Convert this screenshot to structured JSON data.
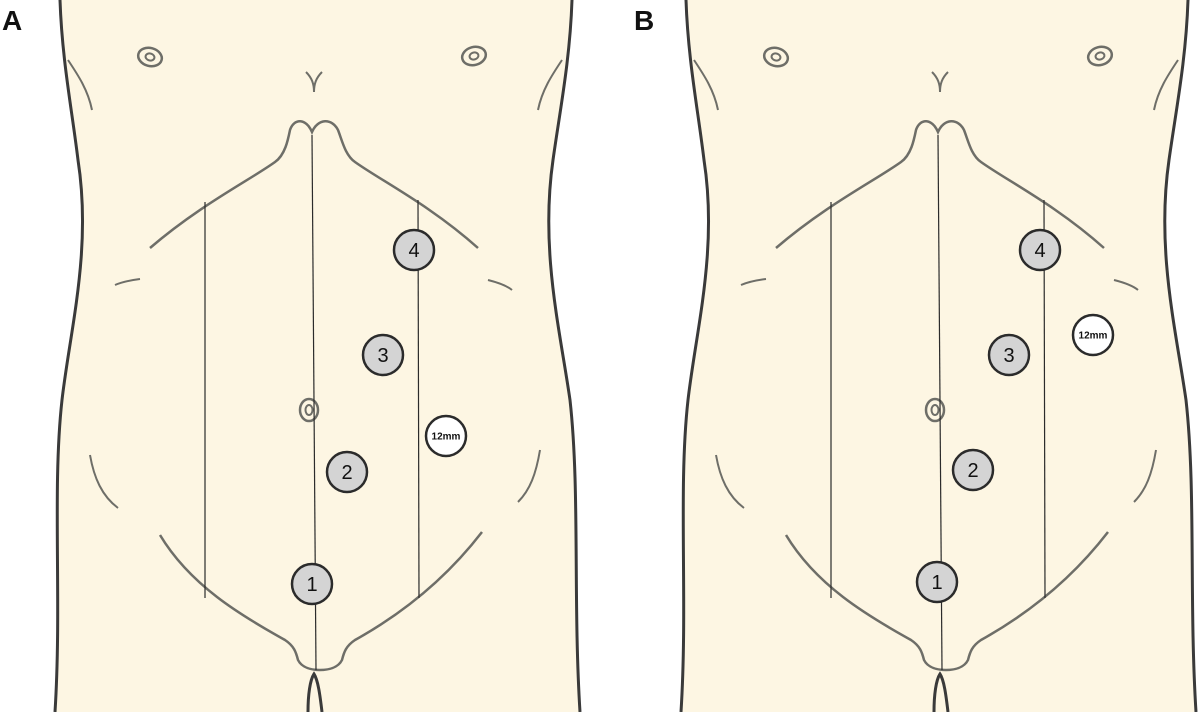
{
  "panels": [
    {
      "label": "A",
      "ports": [
        {
          "id": "port-1",
          "text": "1",
          "kind": "numbered"
        },
        {
          "id": "port-2",
          "text": "2",
          "kind": "numbered"
        },
        {
          "id": "port-3",
          "text": "3",
          "kind": "numbered"
        },
        {
          "id": "port-4",
          "text": "4",
          "kind": "numbered"
        },
        {
          "id": "port-12mm",
          "text": "12mm",
          "kind": "size"
        }
      ]
    },
    {
      "label": "B",
      "ports": [
        {
          "id": "port-1",
          "text": "1",
          "kind": "numbered"
        },
        {
          "id": "port-2",
          "text": "2",
          "kind": "numbered"
        },
        {
          "id": "port-3",
          "text": "3",
          "kind": "numbered"
        },
        {
          "id": "port-4",
          "text": "4",
          "kind": "numbered"
        },
        {
          "id": "port-12mm",
          "text": "12mm",
          "kind": "size"
        }
      ]
    }
  ],
  "colors": {
    "skin": "#fdf6e3",
    "outline": "#3a3a3a",
    "contour": "#6e6e68",
    "guide_line": "#2b2b2b",
    "port_numbered_fill": "#d4d4d4",
    "port_size_fill": "#ffffff"
  }
}
